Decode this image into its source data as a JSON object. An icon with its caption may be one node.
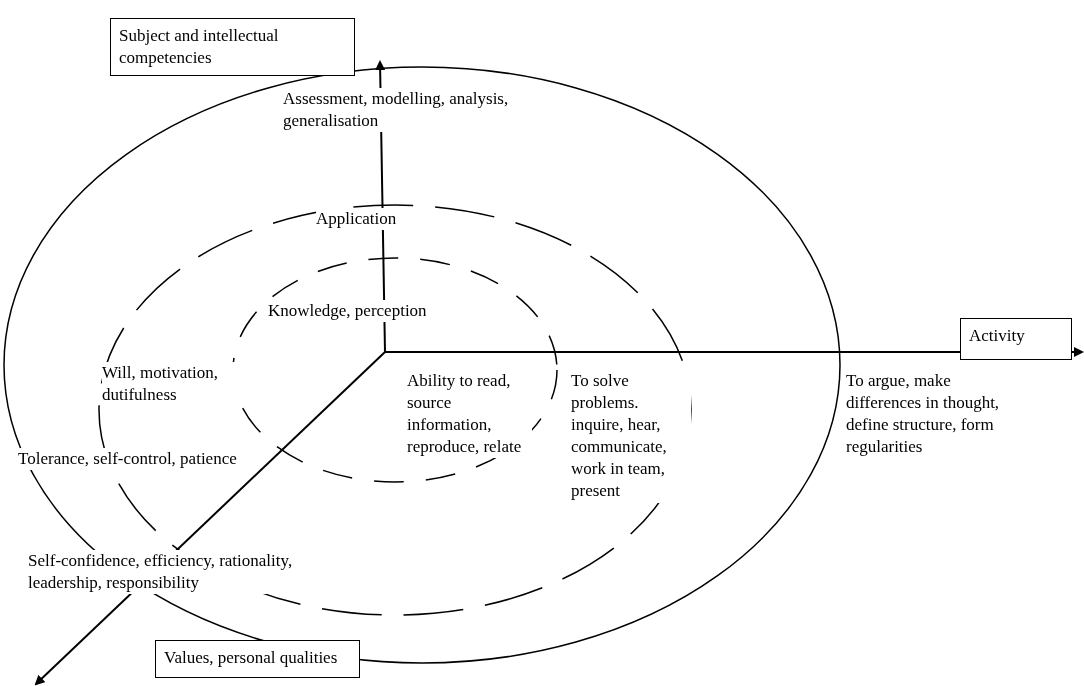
{
  "diagram": {
    "nodes": [
      {
        "text": [
          "Subject and intellectual competencies"
        ]
      },
      {
        "text": [
          "Activity"
        ]
      },
      {
        "text": [
          "Values, personal qualities"
        ]
      }
    ],
    "labels": [
      "Assessment, modelling, analysis, generalisation",
      "Application",
      "Knowledge, perception",
      "Will, motivation, dutifulness",
      "Ability to read, source information, reproduce, relate",
      "To solve problems. inquire, hear, communicate, work in team, present",
      "To argue, make differences in thought, define structure, form regularities",
      "Tolerance, self-control, patience",
      "Self-confidence, efficiency, rationality, leadership, responsibility"
    ]
  }
}
